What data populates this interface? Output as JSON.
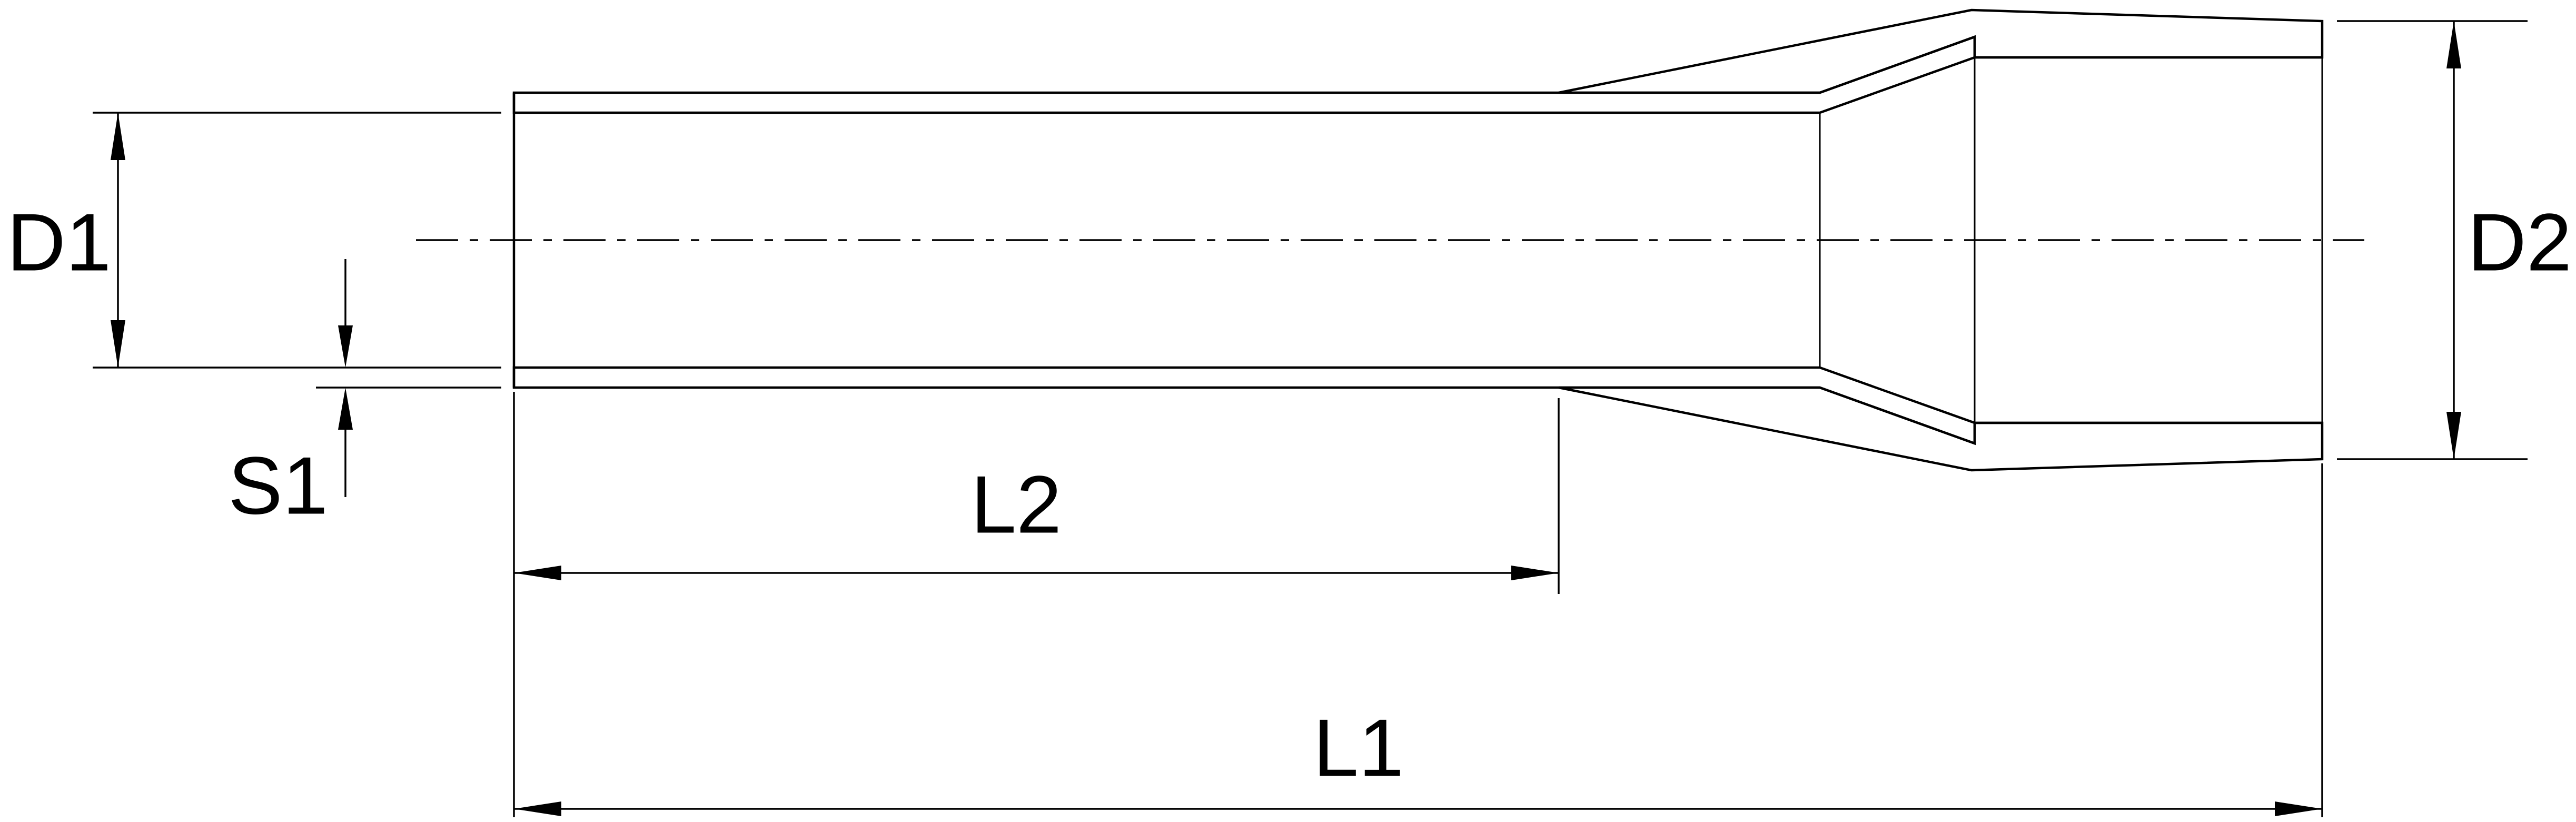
{
  "diagram": {
    "type": "technical-drawing",
    "labels": {
      "d1": "D1",
      "s1": "S1",
      "l2": "L2",
      "l1": "L1",
      "d2": "D2"
    },
    "colors": {
      "outline": "#000000",
      "metal_wall": "#b0b0b0",
      "insulation_sleeve": "#000000",
      "background": "#ffffff"
    }
  }
}
